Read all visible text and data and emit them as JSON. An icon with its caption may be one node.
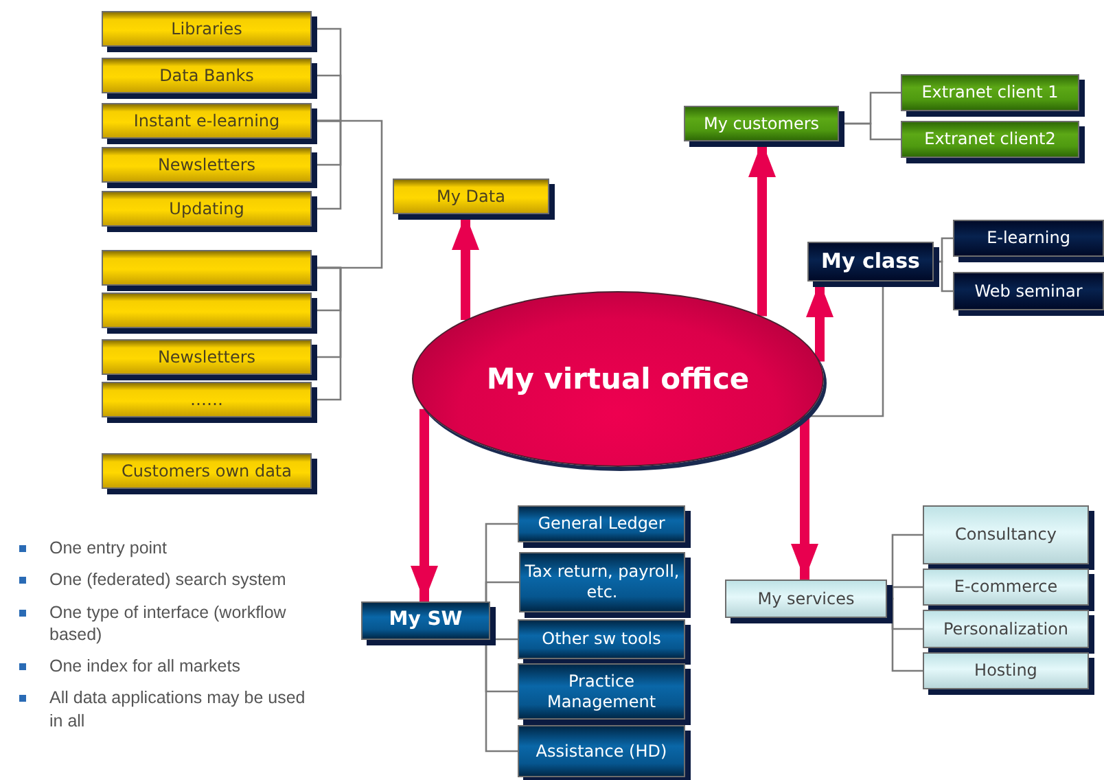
{
  "diagram": {
    "nodes": [
      {
        "text": [
          "Libraries"
        ]
      },
      {
        "text": [
          "Data Banks"
        ]
      },
      {
        "text": [
          "Instant e-learning"
        ]
      },
      {
        "text": [
          "Newsletters"
        ]
      },
      {
        "text": [
          "Updating"
        ]
      },
      {
        "text": [],
        "shape": "box"
      },
      {
        "text": [],
        "shape": "box"
      },
      {
        "text": [
          "Newsletters"
        ]
      },
      {
        "text": [
          "……"
        ]
      },
      {
        "text": [
          "Customers own data"
        ]
      },
      {
        "text": [
          "My Data"
        ]
      },
      {
        "text": [
          "My virtual office"
        ]
      },
      {
        "text": [
          "My customers"
        ]
      },
      {
        "text": [
          "Extranet client 1"
        ]
      },
      {
        "text": [
          "Extranet client2"
        ]
      },
      {
        "text": [
          "My class"
        ]
      },
      {
        "text": [
          "E-learning"
        ]
      },
      {
        "text": [
          "Web seminar"
        ]
      },
      {
        "text": [
          "My SW"
        ]
      },
      {
        "text": [
          "General Ledger"
        ]
      },
      {
        "text": [
          "Tax return, payroll, etc."
        ]
      },
      {
        "text": [
          "Other sw tools"
        ]
      },
      {
        "text": [
          "Practice Management"
        ]
      },
      {
        "text": [
          "Assistance (HD)"
        ]
      },
      {
        "text": [
          "My services"
        ]
      },
      {
        "text": [
          "Consultancy"
        ]
      },
      {
        "text": [
          "E-commerce"
        ]
      },
      {
        "text": [
          "Personalization"
        ]
      },
      {
        "text": [
          "Hosting"
        ]
      }
    ],
    "edges": [
      {
        "from": 0,
        "to": 2,
        "arrow": "none"
      },
      {
        "from": 1,
        "to": 2,
        "arrow": "none"
      },
      {
        "from": 3,
        "to": 2,
        "arrow": "none"
      },
      {
        "from": 4,
        "to": 2,
        "arrow": "none"
      },
      {
        "from": 6,
        "to": 5,
        "arrow": "none"
      },
      {
        "from": 7,
        "to": 5,
        "arrow": "none"
      },
      {
        "from": 8,
        "to": 5,
        "arrow": "none"
      },
      {
        "from": 2,
        "to": 5,
        "arrow": "none"
      },
      {
        "from": 11,
        "to": 10,
        "arrow": "to",
        "style": "thick",
        "color": "#e8004f"
      },
      {
        "from": 11,
        "to": 12,
        "arrow": "to",
        "style": "thick",
        "color": "#e8004f"
      },
      {
        "from": 11,
        "to": 15,
        "arrow": "to",
        "style": "thick",
        "color": "#e8004f"
      },
      {
        "from": 15,
        "to": 11,
        "arrow": "none"
      },
      {
        "from": 11,
        "to": 18,
        "arrow": "to",
        "style": "thick",
        "color": "#e8004f"
      },
      {
        "from": 11,
        "to": 24,
        "arrow": "to",
        "style": "thick",
        "color": "#e8004f"
      },
      {
        "from": 12,
        "to": 13,
        "arrow": "none"
      },
      {
        "from": 12,
        "to": 14,
        "arrow": "none"
      },
      {
        "from": 15,
        "to": 16,
        "arrow": "none"
      },
      {
        "from": 15,
        "to": 17,
        "arrow": "none"
      },
      {
        "from": 18,
        "to": 19,
        "arrow": "none"
      },
      {
        "from": 18,
        "to": 20,
        "arrow": "none"
      },
      {
        "from": 18,
        "to": 21,
        "arrow": "none"
      },
      {
        "from": 18,
        "to": 22,
        "arrow": "none"
      },
      {
        "from": 18,
        "to": 23,
        "arrow": "none"
      },
      {
        "from": 24,
        "to": 25,
        "arrow": "none"
      },
      {
        "from": 24,
        "to": 26,
        "arrow": "none"
      },
      {
        "from": 24,
        "to": 27,
        "arrow": "none"
      },
      {
        "from": 24,
        "to": 28,
        "arrow": "none"
      }
    ],
    "labels": [
      "One entry point",
      "One (federated) search system",
      "One type of interface (workflow based)",
      "One index for all markets",
      "All data applications may be used in all"
    ]
  }
}
